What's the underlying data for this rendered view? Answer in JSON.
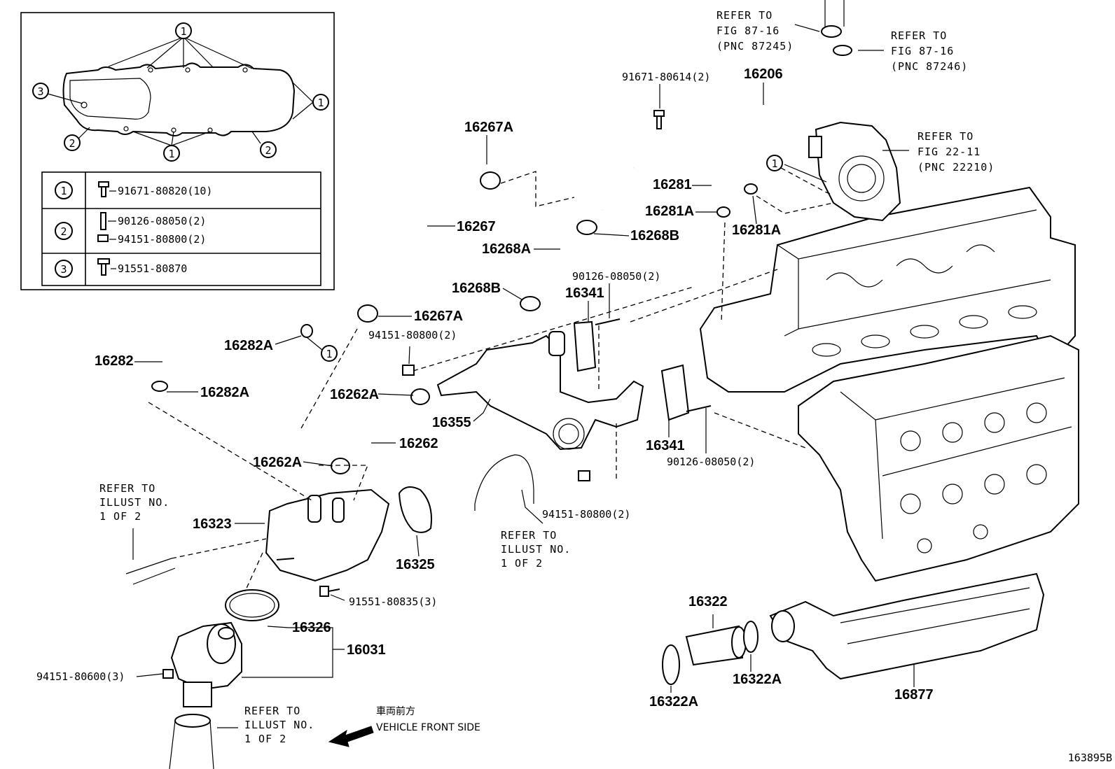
{
  "diagram_id": "163895B",
  "inset": {
    "legend": [
      {
        "key": "1",
        "parts": [
          "91671-80820(10)"
        ]
      },
      {
        "key": "2",
        "parts": [
          "90126-08050(2)",
          "94151-80800(2)"
        ]
      },
      {
        "key": "3",
        "parts": [
          "91551-80870"
        ]
      }
    ],
    "callouts": [
      "1",
      "1",
      "1",
      "2",
      "2",
      "3"
    ]
  },
  "labels": {
    "p16206": "16206",
    "p91671_80614": "91671-80614(2)",
    "p16267A_top": "16267A",
    "p16267": "16267",
    "p16281": "16281",
    "p16281A_left": "16281A",
    "p16281A_right": "16281A",
    "p16268B_top": "16268B",
    "p16268A": "16268A",
    "p16268B_bottom": "16268B",
    "p16267A_bottom": "16267A",
    "p94151_80800_a": "94151-80800(2)",
    "p90126_08050_a": "90126-08050(2)",
    "p16341_a": "16341",
    "p16282": "16282",
    "p16282A_a": "16282A",
    "p16282A_b": "16282A",
    "p16262A_a": "16262A",
    "p16355": "16355",
    "p16262": "16262",
    "p16262A_b": "16262A",
    "p16341_b": "16341",
    "p90126_08050_b": "90126-08050(2)",
    "p94151_80800_b": "94151-80800(2)",
    "p16323": "16323",
    "p16325": "16325",
    "p91551_80835": "91551-80835(3)",
    "p16326": "16326",
    "p16031": "16031",
    "p94151_80600": "94151-80600(3)",
    "p16322": "16322",
    "p16322A_a": "16322A",
    "p16322A_b": "16322A",
    "p16877": "16877",
    "callout_1_throttle": "1",
    "callout_1_hose": "1"
  },
  "refer": {
    "r1": [
      "REFER TO",
      "FIG 87-16",
      "(PNC 87245)"
    ],
    "r2": [
      "REFER TO",
      "FIG 87-16",
      "(PNC 87246)"
    ],
    "r3": [
      "REFER TO",
      "FIG 22-11",
      "(PNC 22210)"
    ],
    "r4": [
      "REFER TO",
      "ILLUST NO.",
      "1 OF 2"
    ],
    "r5": [
      "REFER TO",
      "ILLUST NO.",
      "1 OF 2"
    ],
    "r6": [
      "REFER TO",
      "ILLUST NO.",
      "1 OF 2"
    ]
  },
  "direction": {
    "jp": "車両前方",
    "en": "VEHICLE FRONT SIDE"
  }
}
